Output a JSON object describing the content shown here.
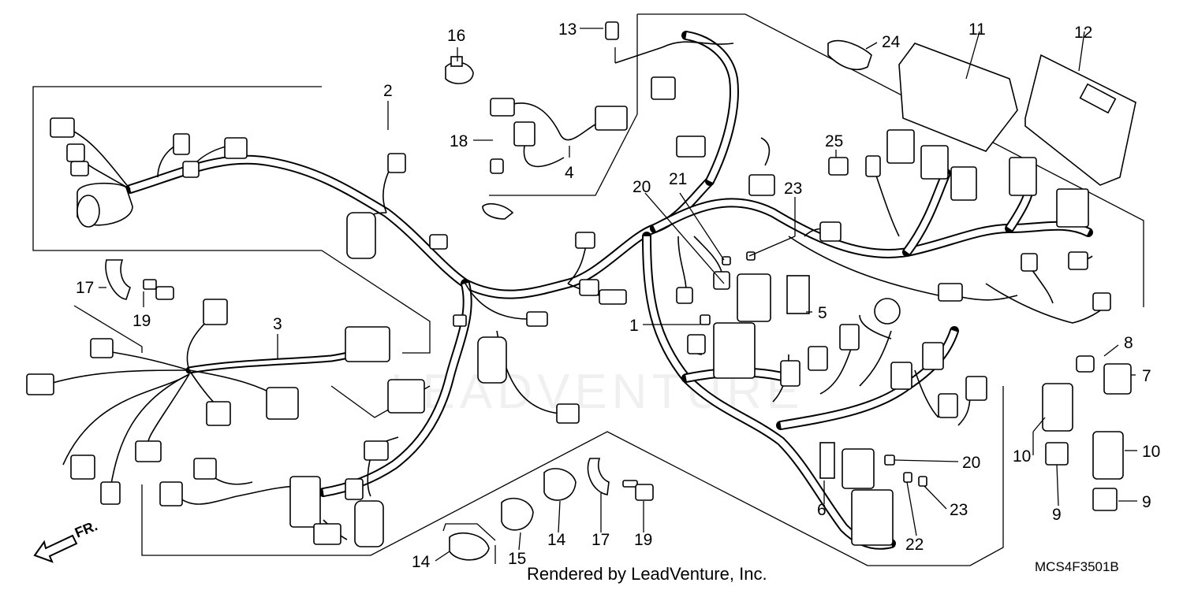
{
  "diagram": {
    "callouts": [
      {
        "id": "c1",
        "text": "1"
      },
      {
        "id": "c2",
        "text": "2"
      },
      {
        "id": "c3",
        "text": "3"
      },
      {
        "id": "c4",
        "text": "4"
      },
      {
        "id": "c5",
        "text": "5"
      },
      {
        "id": "c6",
        "text": "6"
      },
      {
        "id": "c7",
        "text": "7"
      },
      {
        "id": "c8",
        "text": "8"
      },
      {
        "id": "c9a",
        "text": "9"
      },
      {
        "id": "c9b",
        "text": "9"
      },
      {
        "id": "c10a",
        "text": "10"
      },
      {
        "id": "c10b",
        "text": "10"
      },
      {
        "id": "c11",
        "text": "11"
      },
      {
        "id": "c12",
        "text": "12"
      },
      {
        "id": "c13",
        "text": "13"
      },
      {
        "id": "c14a",
        "text": "14"
      },
      {
        "id": "c14b",
        "text": "14"
      },
      {
        "id": "c15",
        "text": "15"
      },
      {
        "id": "c16",
        "text": "16"
      },
      {
        "id": "c17a",
        "text": "17"
      },
      {
        "id": "c17b",
        "text": "17"
      },
      {
        "id": "c18",
        "text": "18"
      },
      {
        "id": "c19a",
        "text": "19"
      },
      {
        "id": "c19b",
        "text": "19"
      },
      {
        "id": "c20a",
        "text": "20"
      },
      {
        "id": "c20b",
        "text": "20"
      },
      {
        "id": "c21",
        "text": "21"
      },
      {
        "id": "c22",
        "text": "22"
      },
      {
        "id": "c23a",
        "text": "23"
      },
      {
        "id": "c23b",
        "text": "23"
      },
      {
        "id": "c24",
        "text": "24"
      },
      {
        "id": "c25",
        "text": "25"
      }
    ],
    "front_label": "FR.",
    "credit": "Rendered by LeadVenture, Inc.",
    "diagram_code": "MCS4F3501B",
    "watermark": "LEADVENTURE"
  }
}
